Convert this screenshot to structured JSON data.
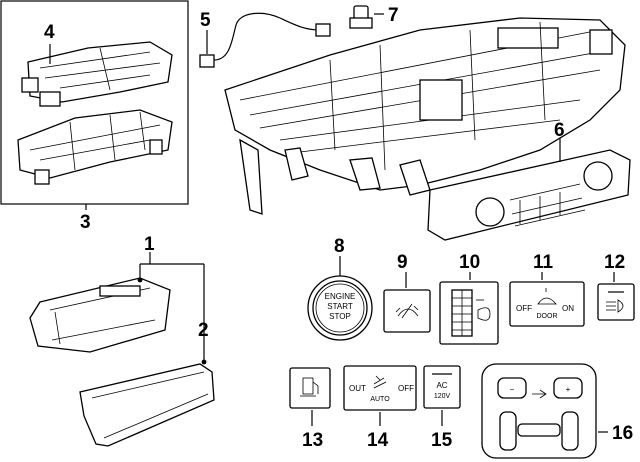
{
  "callouts": {
    "c1": "1",
    "c2": "2",
    "c3": "3",
    "c4": "4",
    "c5": "5",
    "c6": "6",
    "c7": "7",
    "c8": "8",
    "c9": "9",
    "c10": "10",
    "c11": "11",
    "c12": "12",
    "c13": "13",
    "c14": "14",
    "c15": "15",
    "c16": "16"
  },
  "engine_button": {
    "line1": "ENGINE",
    "line2": "START",
    "line3": "STOP"
  },
  "door_switch": {
    "off": "OFF",
    "door": "DOOR",
    "on": "ON"
  },
  "auto_switch": {
    "out": "OUT",
    "auto": "AUTO",
    "off": "OFF"
  },
  "ac_switch": {
    "line1": "AC",
    "line2": "120V"
  },
  "seat_control": {
    "minus": "−",
    "plus": "+"
  }
}
